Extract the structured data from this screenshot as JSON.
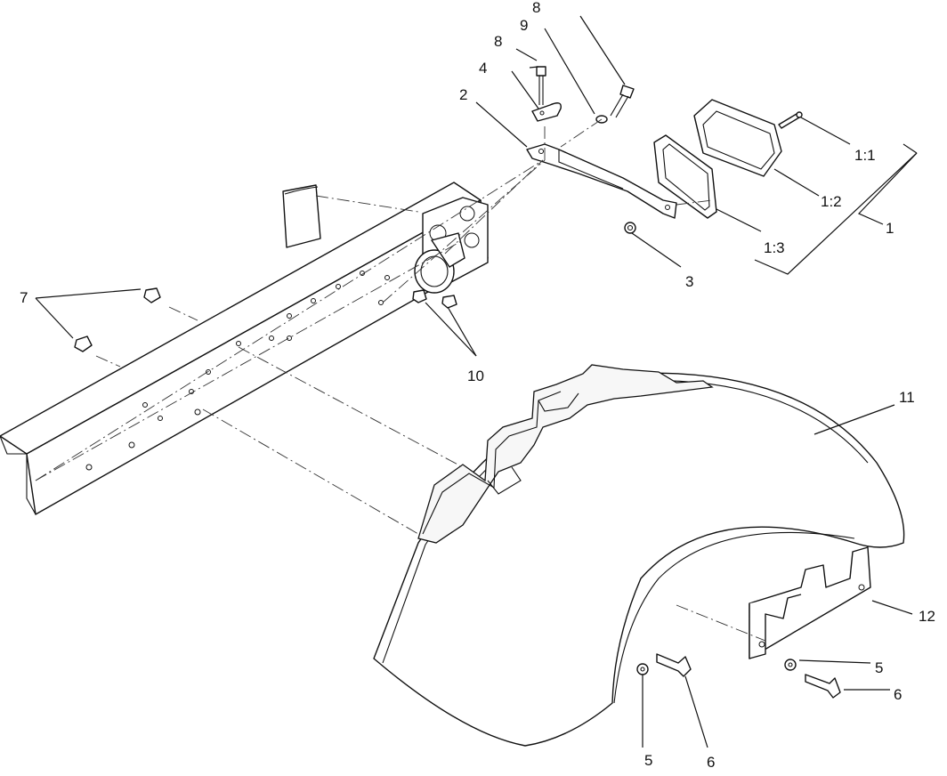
{
  "callouts": {
    "c1": "1",
    "c1_1": "1:1",
    "c1_2": "1:2",
    "c1_3": "1:3",
    "c2": "2",
    "c3": "3",
    "c4": "4",
    "c5a": "5",
    "c5b": "5",
    "c6a": "6",
    "c6b": "6",
    "c7": "7",
    "c8a": "8",
    "c8b": "8",
    "c9": "9",
    "c10": "10",
    "c11": "11",
    "c12": "12"
  },
  "colors": {
    "line": "#111111",
    "background": "#ffffff"
  }
}
